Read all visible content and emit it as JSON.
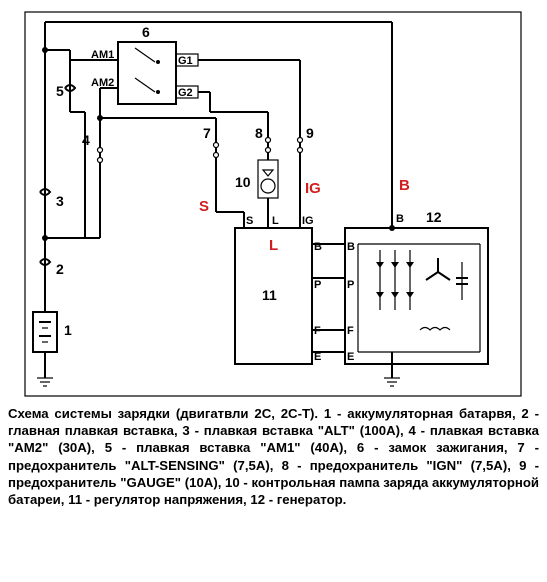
{
  "labels": {
    "n1": "1",
    "n2": "2",
    "n3": "3",
    "n4": "4",
    "n5": "5",
    "n6": "6",
    "n7": "7",
    "n8": "8",
    "n9": "9",
    "n10": "10",
    "n11": "11",
    "n12": "12",
    "am1": "AM1",
    "am2": "AM2",
    "g1": "G1",
    "g2": "G2",
    "pin_s": "S",
    "pin_l": "L",
    "pin_ig": "IG",
    "pin_b_reg": "B",
    "pin_p_reg": "P",
    "pin_f_reg": "F",
    "pin_e_reg": "E",
    "pin_b_gen": "B",
    "pin_p_gen": "P",
    "pin_f_gen": "F",
    "pin_e_gen": "E",
    "pin_b_top": "B"
  },
  "annotations": {
    "s": "S",
    "l": "L",
    "ig": "IG",
    "b": "B"
  },
  "colors": {
    "annotation": "#d11f1f",
    "line": "#000000"
  },
  "caption": "Схема системы зарядки (двигатвли 2С, 2С-Т). 1 - аккумуляторная батарвя, 2 - главная плавкая вставка, 3 - плавкая вставка \"ALT\" (100А), 4 - плавкая вставка \"АМ2\" (30А), 5 - плавкая вставка \"АМ1\" (40А), 6 - замок зажигания, 7 - предохранитель \"ALT-SENSING\" (7,5А), 8 - предохранитель \"IGN\" (7,5А), 9 - предохранитель \"GAUGE\" (10А), 10 - контрольная пампа заряда аккумуляторной батареи, 11 - регулятор напряжения, 12 - генератор."
}
